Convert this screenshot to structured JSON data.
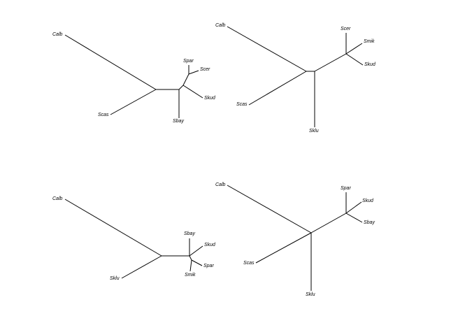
{
  "trees": [
    {
      "leaves": [
        {
          "id": "calb",
          "label": "Calb"
        },
        {
          "id": "scas",
          "label": "Scas"
        },
        {
          "id": "spar",
          "label": "Spar"
        },
        {
          "id": "scer",
          "label": "Scer"
        },
        {
          "id": "skud",
          "label": "Skud"
        },
        {
          "id": "sbay",
          "label": "Sbay"
        }
      ]
    },
    {
      "leaves": [
        {
          "id": "calb",
          "label": "Calb"
        },
        {
          "id": "scas",
          "label": "Scas"
        },
        {
          "id": "sklu",
          "label": "Sklu"
        },
        {
          "id": "scer",
          "label": "Scer"
        },
        {
          "id": "smik",
          "label": "Smik"
        },
        {
          "id": "skud",
          "label": "Skud"
        }
      ]
    },
    {
      "leaves": [
        {
          "id": "calb",
          "label": "Calb"
        },
        {
          "id": "sklu",
          "label": "Sklu"
        },
        {
          "id": "sbay",
          "label": "Sbay"
        },
        {
          "id": "skud",
          "label": "Skud"
        },
        {
          "id": "spar",
          "label": "Spar"
        },
        {
          "id": "smik",
          "label": "Smik"
        }
      ]
    },
    {
      "leaves": [
        {
          "id": "calb",
          "label": "Calb"
        },
        {
          "id": "scas",
          "label": "Scas"
        },
        {
          "id": "sklu",
          "label": "Sklu"
        },
        {
          "id": "spar",
          "label": "Spar"
        },
        {
          "id": "skud",
          "label": "Skud"
        },
        {
          "id": "sbay",
          "label": "Sbay"
        }
      ]
    }
  ]
}
